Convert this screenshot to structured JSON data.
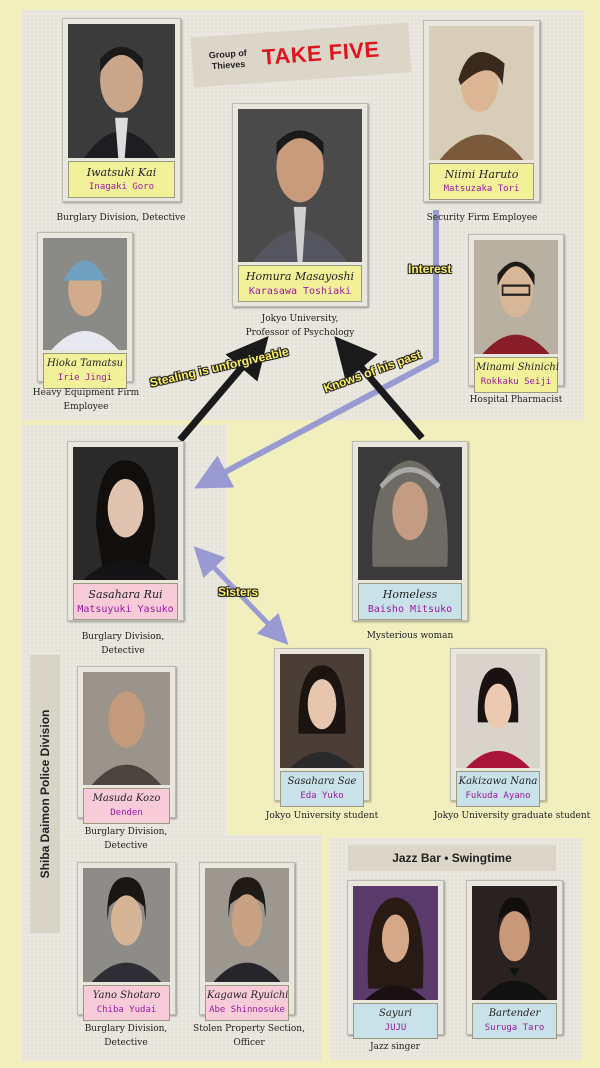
{
  "group": {
    "label_line1": "Group of",
    "label_line2": "Thieves",
    "name": "TAKE FIVE"
  },
  "police_division": "Shiba Daimon Police Division",
  "jazz_bar": "Jazz Bar • Swingtime",
  "characters": {
    "iwatsuki": {
      "role": "Iwatsuki Kai",
      "actor": "Inagaki Goro",
      "desc1": "Burglary Division, Detective",
      "desc2": ""
    },
    "homura": {
      "role": "Homura Masayoshi",
      "actor": "Karasawa Toshiaki",
      "desc1": "Jokyo University,",
      "desc2": "Professor of Psychology"
    },
    "niimi": {
      "role": "Niimi Haruto",
      "actor": "Matsuzaka Tori",
      "desc1": "Security Firm Employee",
      "desc2": ""
    },
    "hioka": {
      "role": "Hioka Tamatsu",
      "actor": "Irie Jingi",
      "desc1": "Heavy Equipment Firm",
      "desc2": "Employee"
    },
    "minami": {
      "role": "Minami Shinichi",
      "actor": "Rokkaku Seiji",
      "desc1": "Hospital Pharmacist",
      "desc2": ""
    },
    "sasahara_rui": {
      "role": "Sasahara Rui",
      "actor": "Matsuyuki Yasuko",
      "desc1": "Burglary Division,",
      "desc2": "Detective"
    },
    "homeless": {
      "role": "Homeless",
      "actor": "Baisho Mitsuko",
      "desc1": "Mysterious woman",
      "desc2": ""
    },
    "masuda": {
      "role": "Masuda Kozo",
      "actor": "Denden",
      "desc1": "Burglary Division,",
      "desc2": "Detective"
    },
    "sasahara_sae": {
      "role": "Sasahara Sae",
      "actor": "Eda Yuko",
      "desc1": "Jokyo University student",
      "desc2": ""
    },
    "kakizawa": {
      "role": "Kakizawa Nana",
      "actor": "Fukuda Ayano",
      "desc1": "Jokyo University graduate student",
      "desc2": ""
    },
    "yano": {
      "role": "Yano Shotaro",
      "actor": "Chiba Yudai",
      "desc1": "Burglary Division,",
      "desc2": "Detective"
    },
    "kagawa": {
      "role": "Kagawa Ryuichi",
      "actor": "Abe Shinnosuke",
      "desc1": "Stolen Property Section,",
      "desc2": "Officer"
    },
    "sayuri": {
      "role": "Sayuri",
      "actor": "JUJU",
      "desc1": "Jazz singer",
      "desc2": ""
    },
    "bartender": {
      "role": "Bartender",
      "actor": "Suruga Taro",
      "desc1": "",
      "desc2": ""
    }
  },
  "relations": {
    "interest": "Interest",
    "stealing": "Stealing is unforgiveable",
    "knows": "Knows of his past",
    "sisters": "Sisters"
  },
  "colors": {
    "role_yellow": "#f3f09a",
    "role_pink": "#f7ccd8",
    "role_blue": "#c9e2ea",
    "actor_purple": "#9b1aa0",
    "title_red": "#e0141e",
    "arrow_black": "#1a1a1a",
    "arrow_lavender": "#9a9ad2"
  }
}
